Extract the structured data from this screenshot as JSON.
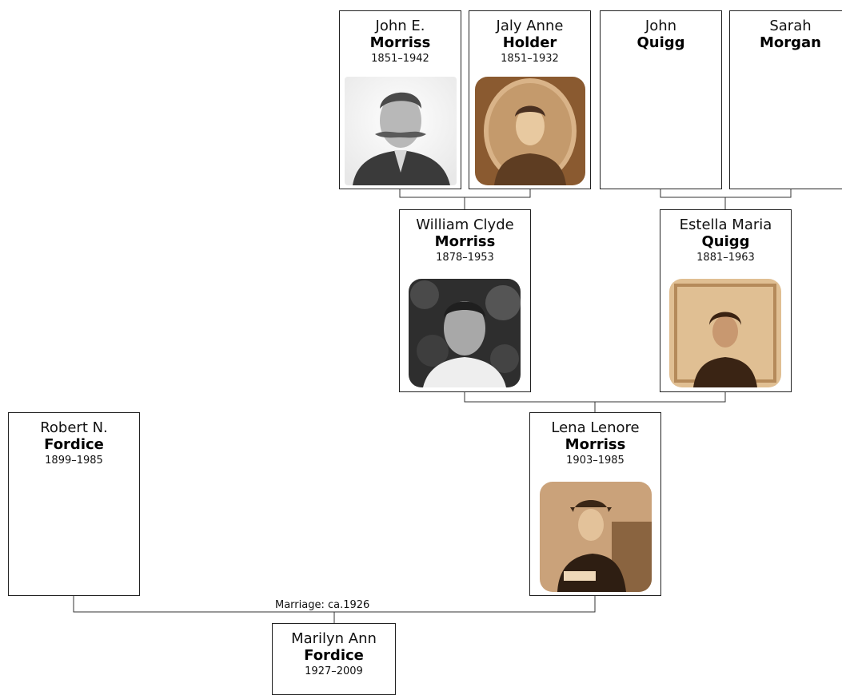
{
  "people": {
    "john_morriss": {
      "given": "John E.",
      "surname": "Morriss",
      "dates": "1851–1942",
      "photo": "portrait-photo"
    },
    "jaly_holder": {
      "given": "Jaly Anne",
      "surname": "Holder",
      "dates": "1851–1932",
      "photo": "portrait-photo"
    },
    "john_quigg": {
      "given": "John",
      "surname": "Quigg",
      "dates": ""
    },
    "sarah_morgan": {
      "given": "Sarah",
      "surname": "Morgan",
      "dates": ""
    },
    "william_morriss": {
      "given": "William Clyde",
      "surname": "Morriss",
      "dates": "1878–1953",
      "photo": "portrait-photo"
    },
    "estella_quigg": {
      "given": "Estella Maria",
      "surname": "Quigg",
      "dates": "1881–1963",
      "photo": "portrait-photo"
    },
    "robert_fordice": {
      "given": "Robert N.",
      "surname": "Fordice",
      "dates": "1899–1985"
    },
    "lena_morriss": {
      "given": "Lena Lenore",
      "surname": "Morriss",
      "dates": "1903–1985",
      "photo": "portrait-photo"
    },
    "marilyn_fordice": {
      "given": "Marilyn Ann",
      "surname": "Fordice",
      "dates": "1927–2009"
    }
  },
  "marriage_label": "Marriage: ca.1926",
  "colors": {
    "sepia_light": "#e9cfa6",
    "sepia_dark": "#6b4a2b",
    "bw_light": "#e6e6e6",
    "bw_dark": "#2a2a2a",
    "line": "#333333"
  }
}
